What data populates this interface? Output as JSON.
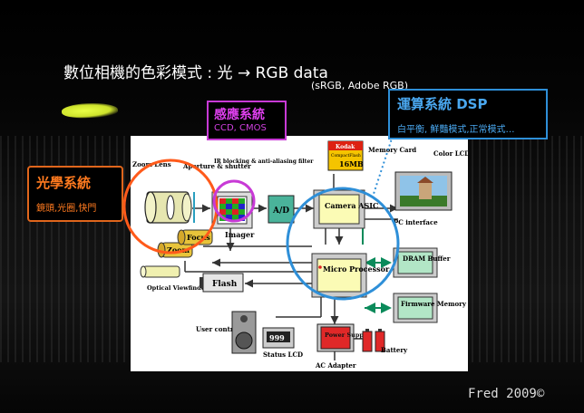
{
  "slide": {
    "title": "數位相機的色彩模式 : 光 → RGB data",
    "subtitle": "(sRGB, Adobe RGB)",
    "credit": "Fred 2009©"
  },
  "callouts": {
    "optical": {
      "title": "光學系統",
      "sub": "鏡頭,光圈,快門",
      "color": "#ff7a1f"
    },
    "sensor": {
      "title": "感應系統",
      "sub": "CCD, CMOS",
      "color": "#e040f0"
    },
    "dsp": {
      "title": "運算系統 DSP",
      "sub": "白平衡, 鮮豔模式,正常模式…",
      "color": "#4aa8f0"
    }
  },
  "diagram": {
    "zoom_lens": "Zoom Lens",
    "aperture_shutter": "Aperture & shutter",
    "ir_filter": "IR blocking & anti-aliasing filter",
    "imager": "Imager",
    "ad": "A/D",
    "camera_asic": "Camera ASIC",
    "memory_card": "Memory Card",
    "kodak_brand": "Kodak",
    "kodak_sub": "CompactFlash",
    "kodak_size": "16MB",
    "color_lcd": "Color LCD",
    "pc_interface": "PC interface",
    "zoom": "Zoom",
    "focus": "Focus",
    "optical_viewfinder": "Optical Viewfinder",
    "flash": "Flash",
    "micro_processor": "Micro Processor",
    "dram_buffer": "DRAM Buffer",
    "firmware_memory": "Firmware Memory",
    "user_controls": "User controls",
    "status_lcd": "Status LCD",
    "lcd_digits": "999",
    "power_supply": "Power Supply",
    "battery": "Battery",
    "ac_adapter": "AC Adapter"
  }
}
